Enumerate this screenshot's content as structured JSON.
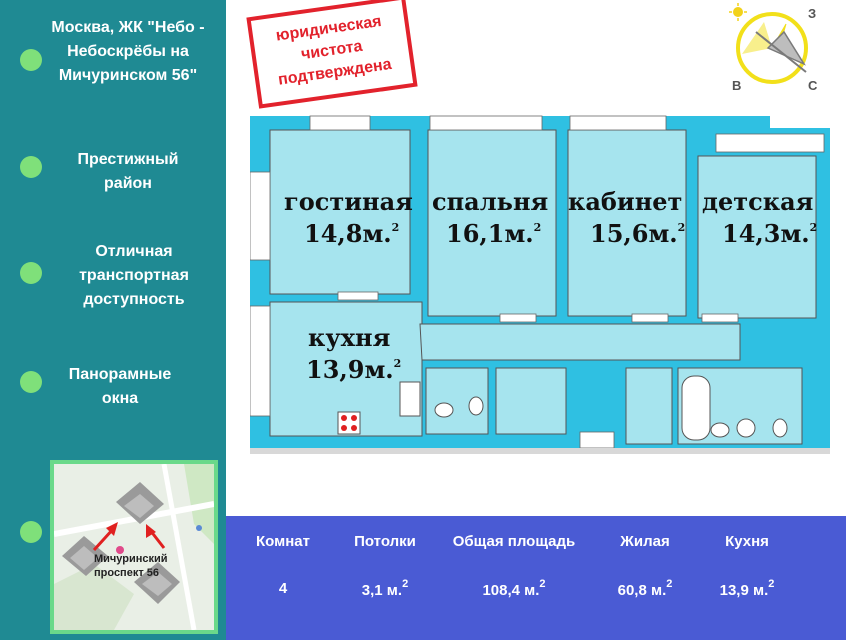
{
  "sidebar": {
    "title": "Москва, ЖК \"Небо - Небоскрёбы на Мичуринском 56\"",
    "title_lines": [
      "Москва, ЖК \"Небо -",
      "Небоскрёбы на",
      "Мичуринском 56\""
    ],
    "features": [
      {
        "lines": [
          "Престижный",
          "район"
        ]
      },
      {
        "lines": [
          "Отличная",
          "транспортная",
          "доступность"
        ]
      },
      {
        "lines": [
          "Панорамные",
          "окна"
        ]
      }
    ]
  },
  "map": {
    "label_lines": [
      "Мичуринский",
      "проспект 56"
    ]
  },
  "stamp": {
    "lines": [
      "юридическая",
      "чистота",
      "подтверждена"
    ]
  },
  "compass": {
    "north": "З",
    "west": "В",
    "south": "С"
  },
  "rooms": [
    {
      "name": "гостиная",
      "area": "14,8м."
    },
    {
      "name": "спальня",
      "area": "16,1м."
    },
    {
      "name": "кабинет",
      "area": "15,6м."
    },
    {
      "name": "детская",
      "area": "14,3м."
    },
    {
      "name": "кухня",
      "area": "13,9м."
    }
  ],
  "info": {
    "columns": [
      {
        "header": "Комнат",
        "value": "4",
        "sup": ""
      },
      {
        "header": "Потолки",
        "value": "3,1 м.",
        "sup": "2"
      },
      {
        "header": "Общая площадь",
        "value": "108,4 м.",
        "sup": "2"
      },
      {
        "header": "Жилая",
        "value": "60,8 м.",
        "sup": "2"
      },
      {
        "header": "Кухня",
        "value": "13,9 м.",
        "sup": "2"
      }
    ]
  },
  "colors": {
    "sidebar": "#1f8a93",
    "dot": "#7fe07a",
    "room_fill": "#a6e4ee",
    "wall": "#2fc0e2",
    "info_panel": "#4a5bd4",
    "stamp": "#e2222c"
  }
}
